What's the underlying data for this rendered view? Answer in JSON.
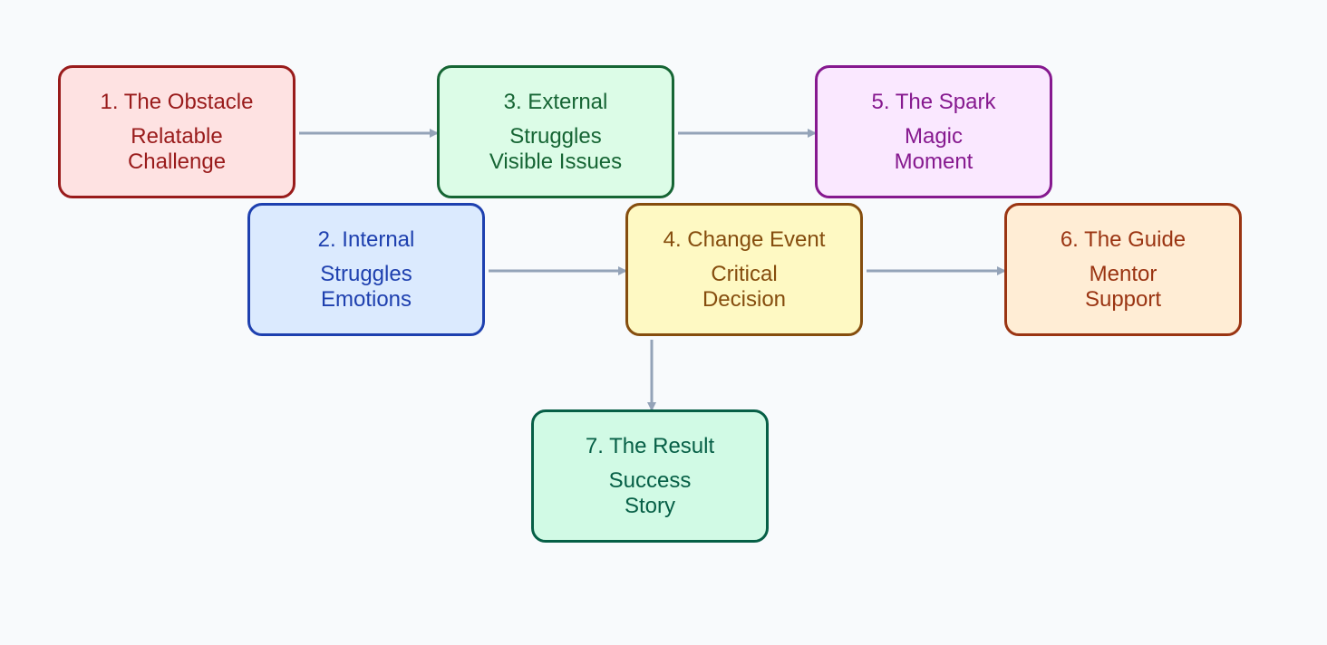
{
  "edge_color": "#94a3b8",
  "nodes": [
    {
      "id": "n1",
      "title": "1. The Obstacle",
      "lines": [
        "Relatable",
        "Challenge"
      ],
      "fill": "#fee2e2",
      "stroke": "#991b1b",
      "text": "#991b1b"
    },
    {
      "id": "n2",
      "title": "2. Internal",
      "lines": [
        "Struggles",
        "Emotions"
      ],
      "fill": "#dbeafe",
      "stroke": "#1e40af",
      "text": "#1e40af"
    },
    {
      "id": "n3",
      "title": "3. External",
      "lines": [
        "Struggles",
        "Visible Issues"
      ],
      "fill": "#dcfce7",
      "stroke": "#166534",
      "text": "#166534"
    },
    {
      "id": "n4",
      "title": "4. Change Event",
      "lines": [
        "Critical",
        "Decision"
      ],
      "fill": "#fef9c3",
      "stroke": "#854d0e",
      "text": "#854d0e"
    },
    {
      "id": "n5",
      "title": "5. The Spark",
      "lines": [
        "Magic",
        "Moment"
      ],
      "fill": "#fae8ff",
      "stroke": "#86198f",
      "text": "#86198f"
    },
    {
      "id": "n6",
      "title": "6. The Guide",
      "lines": [
        "Mentor",
        "Support"
      ],
      "fill": "#ffedd5",
      "stroke": "#9a3412",
      "text": "#9a3412"
    },
    {
      "id": "n7",
      "title": "7. The Result",
      "lines": [
        "Success",
        "Story"
      ],
      "fill": "#d1fae5",
      "stroke": "#065f46",
      "text": "#065f46"
    }
  ],
  "edges": [
    {
      "from": "n1",
      "to": "n3"
    },
    {
      "from": "n3",
      "to": "n5"
    },
    {
      "from": "n2",
      "to": "n4"
    },
    {
      "from": "n4",
      "to": "n6"
    },
    {
      "from": "n4",
      "to": "n7"
    }
  ]
}
